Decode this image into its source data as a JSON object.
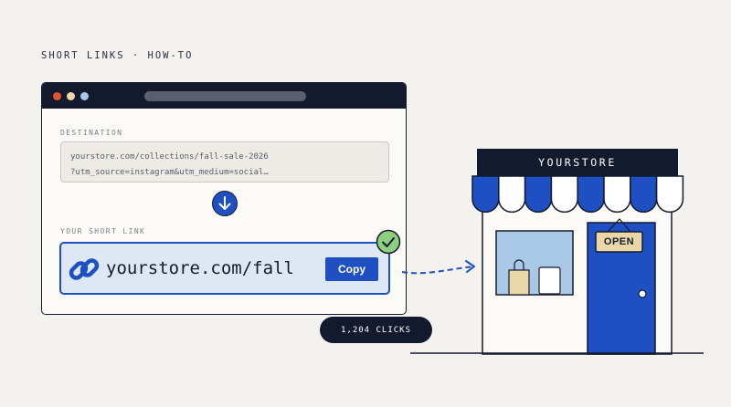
{
  "header": {
    "kicker": "SHORT LINKS · HOW-TO"
  },
  "browser": {
    "window_dots": [
      "close",
      "minimize",
      "maximize"
    ],
    "destination": {
      "label": "DESTINATION",
      "line1": "yourstore.com/collections/fall-sale-2026",
      "line2": "?utm_source=instagram&utm_medium=social…"
    },
    "short_link": {
      "label": "YOUR SHORT LINK",
      "url": "yourstore.com/fall",
      "copy_label": "Copy",
      "status_icon": "check-icon"
    }
  },
  "stats": {
    "clicks": "1,204 CLICKS"
  },
  "store": {
    "name": "YOURSTORE",
    "sign": "OPEN"
  },
  "colors": {
    "ink": "#141a2e",
    "accent_blue": "#1e4fc3",
    "success_green": "#8ccf7e",
    "background": "#f4f2ee"
  }
}
